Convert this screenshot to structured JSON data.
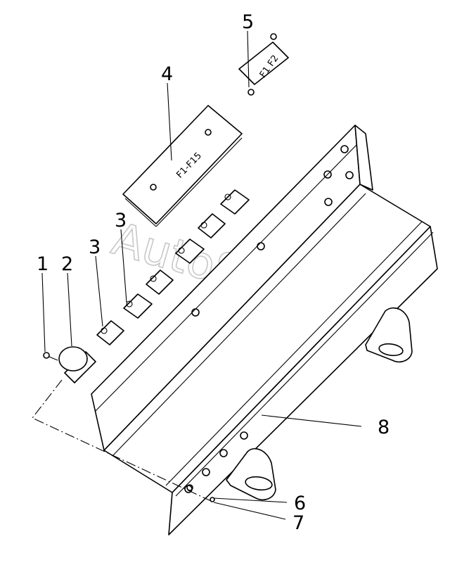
{
  "callouts": [
    "1",
    "2",
    "3",
    "3",
    "4",
    "5",
    "6",
    "7",
    "8"
  ],
  "plates": {
    "large_label": "F1-F15",
    "small_label": "F1 F2"
  },
  "watermark": "AutoSoft.ru"
}
